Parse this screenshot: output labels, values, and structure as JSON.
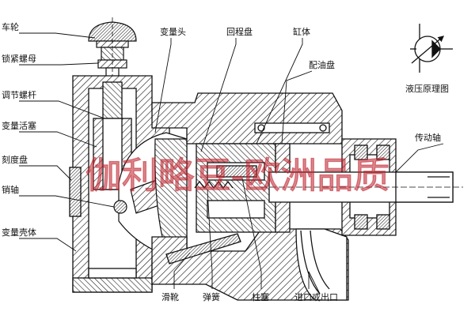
{
  "labels": {
    "handwheel": "车轮",
    "lock_nut": "锁紧螺母",
    "adjusting_screw": "调节螺杆",
    "variable_piston": "变量活塞",
    "scale_dial": "刻度盘",
    "pin_shaft": "销轴",
    "variable_housing": "变量壳体",
    "variable_head": "变量头",
    "return_plate": "回程盘",
    "cylinder_block": "缸体",
    "port_plate": "配油盘",
    "hydraulic_symbol": "液压原理图",
    "drive_shaft": "传动轴",
    "slipper": "滑靴",
    "spring": "弹簧",
    "plunger": "柱塞",
    "inlet_outlet": "进口或出口"
  },
  "watermark": "伽利略豆-欧洲品质",
  "colors": {
    "line": "#111111",
    "watermark": "#c0232d",
    "background": "#ffffff"
  }
}
